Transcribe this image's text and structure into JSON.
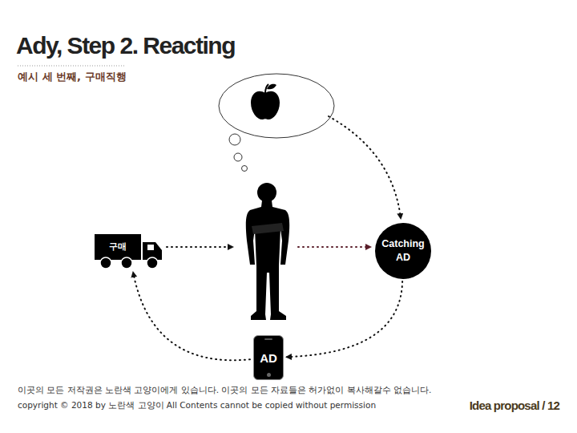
{
  "diagram": {
    "title": "Ady, Step 2. Reacting",
    "nodes": [
      {
        "text": [
          "구매"
        ]
      },
      {
        "text": [
          "Catching AD"
        ]
      },
      {
        "text": [
          "AD"
        ]
      }
    ],
    "edges": [
      {
        "from": 1,
        "to": 2,
        "arrow": "to"
      },
      {
        "from": 2,
        "to": 0,
        "arrow": "to"
      }
    ],
    "labels": [
      "예시 세 번째, 구매직행",
      "이곳의 모든 저작권은 노란색 고양이에게 있습니다. 이곳의 모든 자료들은 허가없이 복사해갈수 없습니다.",
      "copyright © 2018 by 노란색 고양이 All Contents cannot be copied without permission",
      "Idea proposal / 12"
    ]
  }
}
